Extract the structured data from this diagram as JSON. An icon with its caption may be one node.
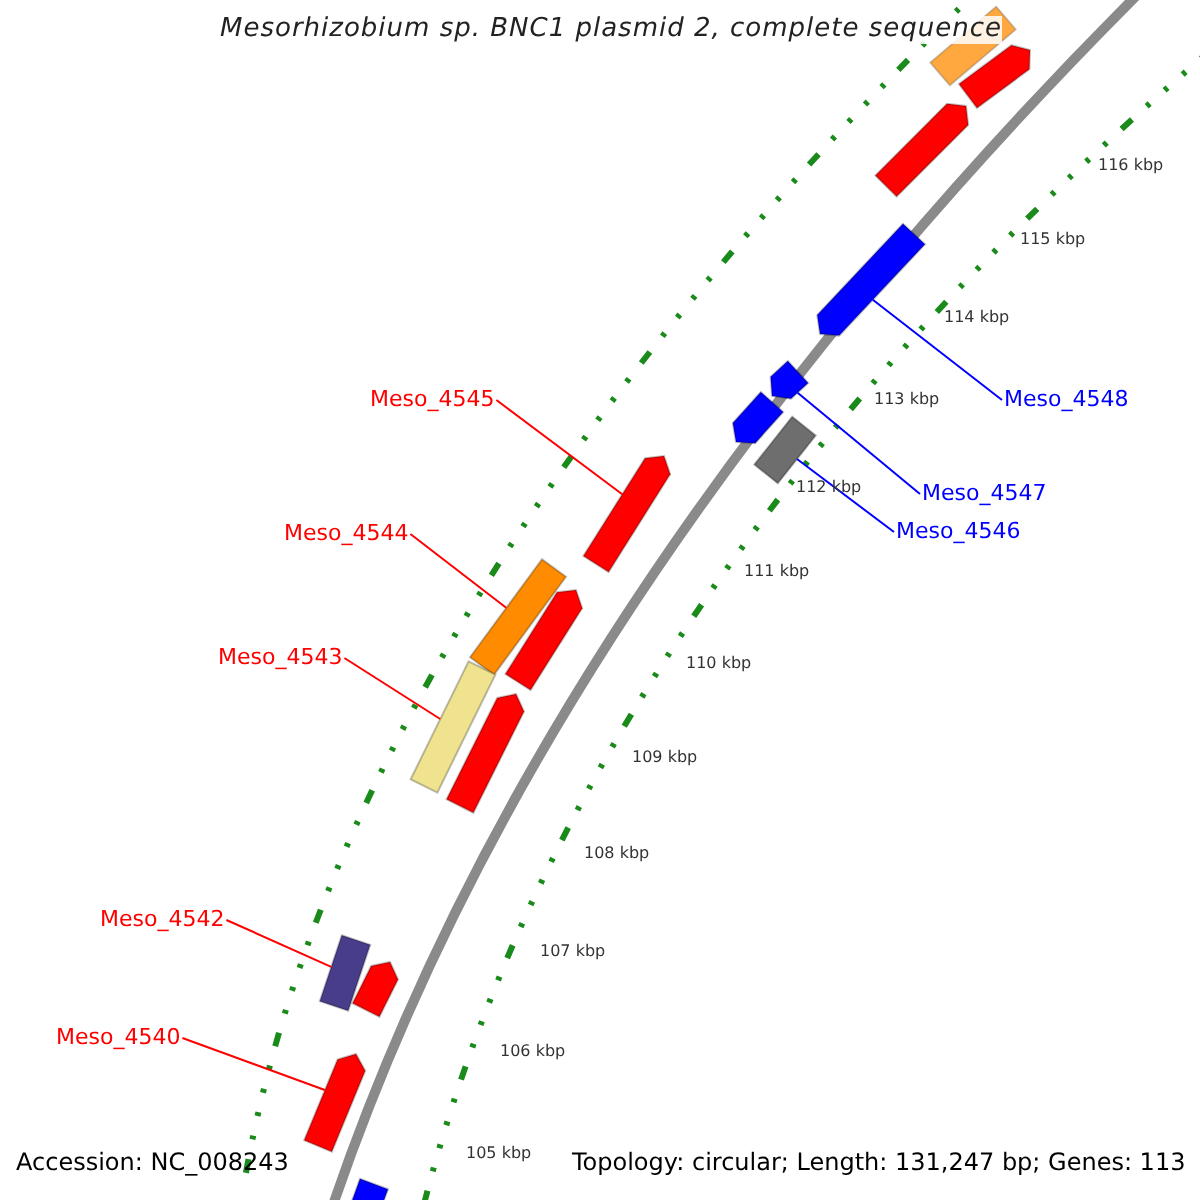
{
  "diagram": {
    "title": "Mesorhizobium sp. BNC1 plasmid 2, complete sequence",
    "nodes": [
      {
        "text": [
          "Meso_4545"
        ]
      },
      {
        "text": [
          "Meso_4544"
        ]
      },
      {
        "text": [
          "Meso_4543"
        ]
      },
      {
        "text": [
          "Meso_4542"
        ]
      },
      {
        "text": [
          "Meso_4540"
        ]
      },
      {
        "text": [
          "Meso_4548"
        ]
      },
      {
        "text": [
          "Meso_4547"
        ]
      },
      {
        "text": [
          "Meso_4546"
        ]
      },
      {
        "text": [],
        "shape": "arrow"
      },
      {
        "text": [],
        "shape": "bar"
      },
      {
        "text": [],
        "shape": "bar"
      },
      {
        "text": [],
        "shape": "bar"
      },
      {
        "text": [],
        "shape": "arrow"
      },
      {
        "text": [],
        "shape": "arrow"
      },
      {
        "text": [],
        "shape": "arrow"
      },
      {
        "text": [],
        "shape": "bar"
      }
    ],
    "edges": [
      {
        "from": 0,
        "to": 8,
        "arrow": "none"
      },
      {
        "from": 1,
        "to": 9,
        "arrow": "none"
      },
      {
        "from": 2,
        "to": 10,
        "arrow": "none"
      },
      {
        "from": 3,
        "to": 11,
        "arrow": "none"
      },
      {
        "from": 4,
        "to": 12,
        "arrow": "none"
      },
      {
        "from": 5,
        "to": 13,
        "arrow": "none",
        "color": "#0000ff"
      },
      {
        "from": 6,
        "to": 14,
        "arrow": "none",
        "color": "#0000ff"
      },
      {
        "from": 7,
        "to": 15,
        "arrow": "none",
        "color": "#0000ff"
      }
    ],
    "labels": [
      "116 kbp",
      "115 kbp",
      "114 kbp",
      "113 kbp",
      "112 kbp",
      "111 kbp",
      "110 kbp",
      "109 kbp",
      "108 kbp",
      "107 kbp",
      "106 kbp",
      "105 kbp",
      "Accession: NC_008243",
      "Topology: circular; Length: 131,247 bp; Genes: 113"
    ]
  }
}
